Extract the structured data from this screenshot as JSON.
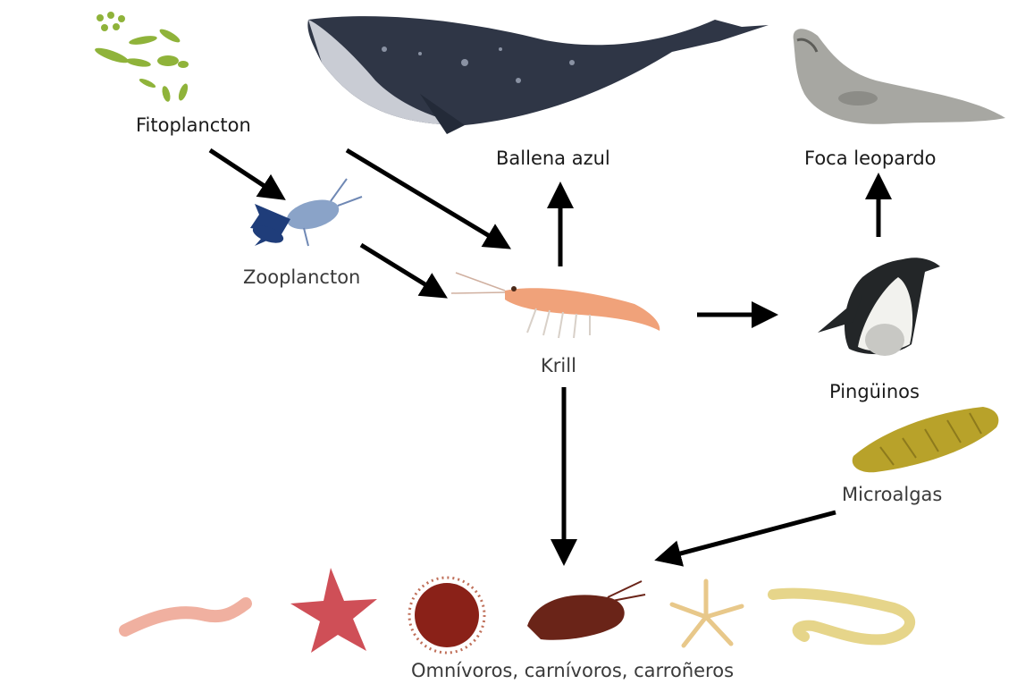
{
  "diagram": {
    "nodes": {
      "fitoplancton": "Fitoplancton",
      "zooplancton": "Zooplancton",
      "ballena": "Ballena azul",
      "foca": "Foca leopardo",
      "krill": "Krill",
      "pinguinos": "Pingüinos",
      "microalgas": "Microalgas",
      "bentos": "Omnívoros, carnívoros, carroñeros"
    },
    "edges": [
      {
        "from": "Fitoplancton",
        "to": "Zooplancton"
      },
      {
        "from": "Fitoplancton",
        "to": "Krill"
      },
      {
        "from": "Zooplancton",
        "to": "Krill"
      },
      {
        "from": "Krill",
        "to": "Ballena azul"
      },
      {
        "from": "Krill",
        "to": "Pingüinos"
      },
      {
        "from": "Pingüinos",
        "to": "Foca leopardo"
      },
      {
        "from": "Krill",
        "to": "Omnívoros, carnívoros, carroñeros"
      },
      {
        "from": "Microalgas",
        "to": "Omnívoros, carnívoros, carroñeros"
      }
    ],
    "colors": {
      "arrow": "#000000",
      "phytoplankton": "#8fb33a",
      "whale": "#2f3646",
      "krill": "#f0a27a",
      "algae": "#b8a22a"
    }
  }
}
